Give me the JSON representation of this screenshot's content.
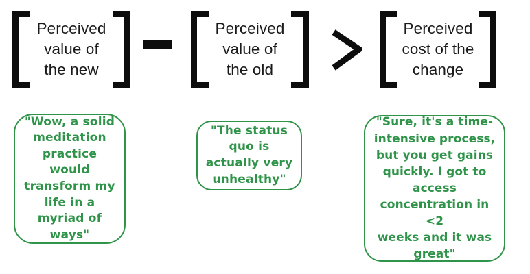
{
  "colors": {
    "ink": "#0d0d0d",
    "green": "#2f9449",
    "background": "#ffffff"
  },
  "equation": {
    "terms": [
      {
        "id": "new",
        "label": "Perceived\nvalue of\nthe new",
        "bracket": "square-brackets"
      },
      {
        "id": "old",
        "label": "Perceived\nvalue of\nthe old",
        "bracket": "square-brackets"
      },
      {
        "id": "cost",
        "label": "Perceived\ncost of the\nchange",
        "bracket": "square-brackets"
      }
    ],
    "operators": [
      {
        "id": "minus",
        "symbol": "−",
        "name": "minus-sign"
      },
      {
        "id": "greater-than",
        "symbol": ">",
        "name": "greater-than-sign"
      }
    ]
  },
  "quotes": [
    {
      "id": "new",
      "text": "\"Wow, a solid\nmeditation\npractice would\ntransform my\nlife in a\nmyriad of\nways\""
    },
    {
      "id": "old",
      "text": "\"The status\nquo is\nactually very\nunhealthy\""
    },
    {
      "id": "cost",
      "text": "\"Sure, it's a time-\nintensive process,\nbut you get gains\nquickly. I got to\naccess\nconcentration in <2\nweeks and it was\ngreat\""
    }
  ]
}
